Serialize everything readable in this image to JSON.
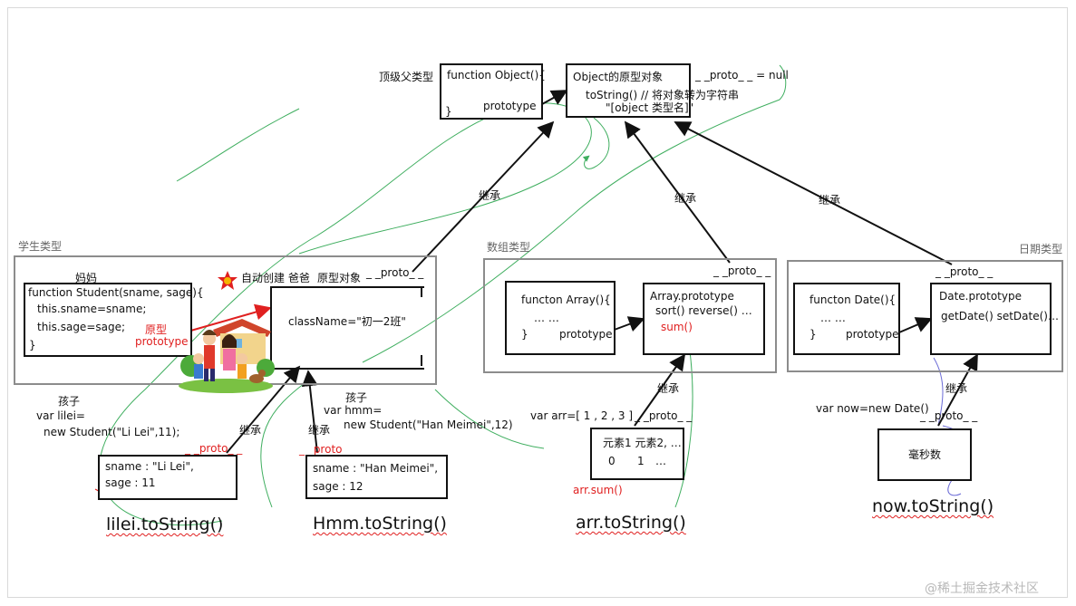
{
  "colors": {
    "line": "#111111",
    "accent": "#e02020",
    "annotation": "#3fae5f",
    "group_border": "#8c8c8c",
    "scribble": "#6b6bd6"
  },
  "top": {
    "parent_type_label": "顶级父类型",
    "object_fn": {
      "line1": "function Object(){",
      "prototype": "prototype",
      "close": "}"
    },
    "object_proto": {
      "title": "Object的原型对象",
      "method": "toString() // 将对象转为字符串",
      "returns": "\"[object 类型名]\""
    },
    "null_proto": "_ _proto_ _ = null"
  },
  "inherit_labels": {
    "student": "继承",
    "array": "继承",
    "date": "继承",
    "array_instance": "继承",
    "date_instance": "继承",
    "lilei": "继承",
    "hmm": "继承"
  },
  "student": {
    "group_label": "学生类型",
    "mom_label": "妈妈",
    "ctor": [
      "function Student(sname, sage){",
      "this.sname=sname;",
      "this.sage=sage;",
      "}"
    ],
    "prototype_label": [
      "原型",
      "prototype"
    ],
    "auto_created": "自动创建 爸爸",
    "proto_object_label": "原型对象",
    "proto_label": "_ _proto_ _",
    "class_name": "className=\"初一2班\"",
    "child1": {
      "label": "孩子",
      "code": [
        "var lilei=",
        "new Student(\"Li Lei\",11);"
      ],
      "proto": "_ _proto_ _",
      "fields": [
        "sname : \"Li Lei\",",
        "sage : 11"
      ],
      "call": "lilei.toString()"
    },
    "child2": {
      "label": "孩子",
      "code": [
        "var hmm=",
        "new Student(\"Han Meimei\",12)"
      ],
      "proto": "_ _proto_ _",
      "fields": [
        "sname : \"Han Meimei\",",
        "sage : 12"
      ],
      "call": "Hmm.toString()"
    }
  },
  "array": {
    "group_label": "数组类型",
    "proto_label": "_ _proto_ _",
    "ctor": {
      "line1": "functon Array(){",
      "dots": "… …",
      "prototype": "prototype",
      "close": "}"
    },
    "proto_box": {
      "title": "Array.prototype",
      "methods": "sort()   reverse() …",
      "custom": "sum()"
    },
    "instance": {
      "code": "var arr=[ 1 , 2 , 3 ]",
      "proto": "_ _proto_ _",
      "headers": "元素1 元素2, …",
      "indices": [
        "0",
        "1",
        "…"
      ],
      "note": "arr.sum()",
      "call": "arr.toString()"
    }
  },
  "date": {
    "group_label": "日期类型",
    "proto_label": "_ _proto_ _",
    "ctor": {
      "line1": "functon  Date(){",
      "dots": "… …",
      "prototype": "prototype",
      "close": "}"
    },
    "proto_box": {
      "title": "Date.prototype",
      "methods": "getDate()  setDate()…"
    },
    "instance": {
      "code": "var now=new Date()",
      "proto": "_ _proto_ _",
      "value": "毫秒数",
      "call": "now.toString()"
    }
  },
  "watermark": "@稀土掘金技术社区"
}
